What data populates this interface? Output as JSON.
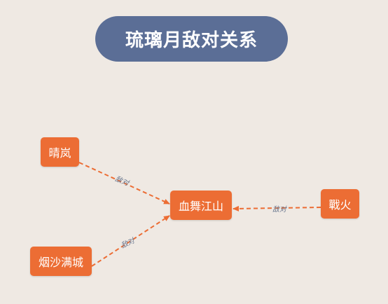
{
  "title": "琉璃月敌对关系",
  "nodes": {
    "center": "血舞江山",
    "qinglan": "晴岚",
    "zhanhuo": "戰火",
    "yansha": "烟沙满城"
  },
  "edges": [
    {
      "from": "晴岚",
      "to": "血舞江山",
      "label": "敌对"
    },
    {
      "from": "烟沙满城",
      "to": "血舞江山",
      "label": "敌对"
    },
    {
      "from": "戰火",
      "to": "血舞江山",
      "label": "敌对"
    }
  ],
  "colors": {
    "title_bg": "#5b6e96",
    "node_bg": "#ec6d34",
    "edge": "#ec6d34",
    "background": "#efe9e3"
  }
}
